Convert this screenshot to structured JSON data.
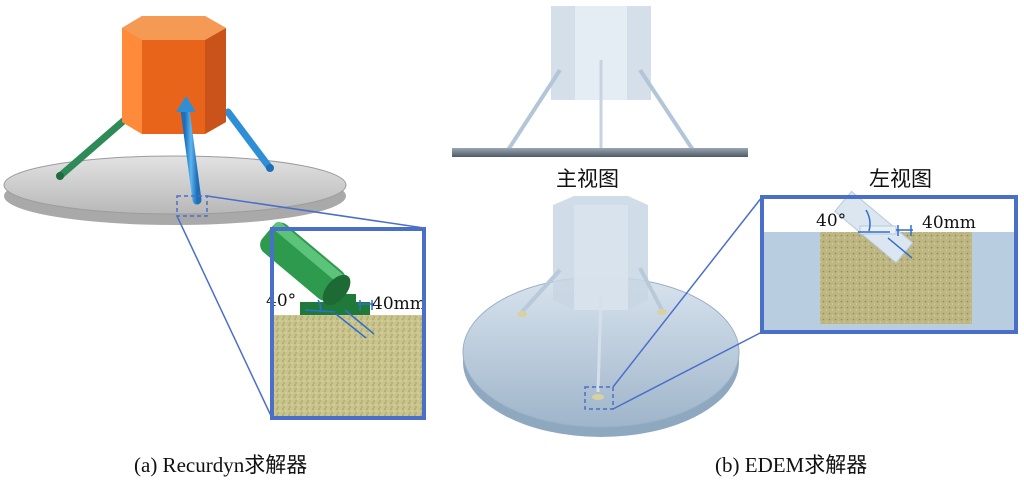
{
  "panel_a": {
    "caption": "(a) Recurdyn求解器",
    "inset": {
      "angle_label": "40°",
      "length_label": "40mm"
    }
  },
  "panel_b": {
    "caption": "(b) EDEM求解器",
    "front_view_label": "主视图",
    "left_view_label": "左视图",
    "inset": {
      "angle_label": "40°",
      "length_label": "40mm"
    }
  },
  "colors": {
    "lander_body": "#e8641a",
    "leg_green": "#2e8b57",
    "leg_blue": "#2f8fd6",
    "zoom_frame": "#4a6fc9",
    "soil": "#c8c28a",
    "edem_tint": "#b9cde0"
  }
}
